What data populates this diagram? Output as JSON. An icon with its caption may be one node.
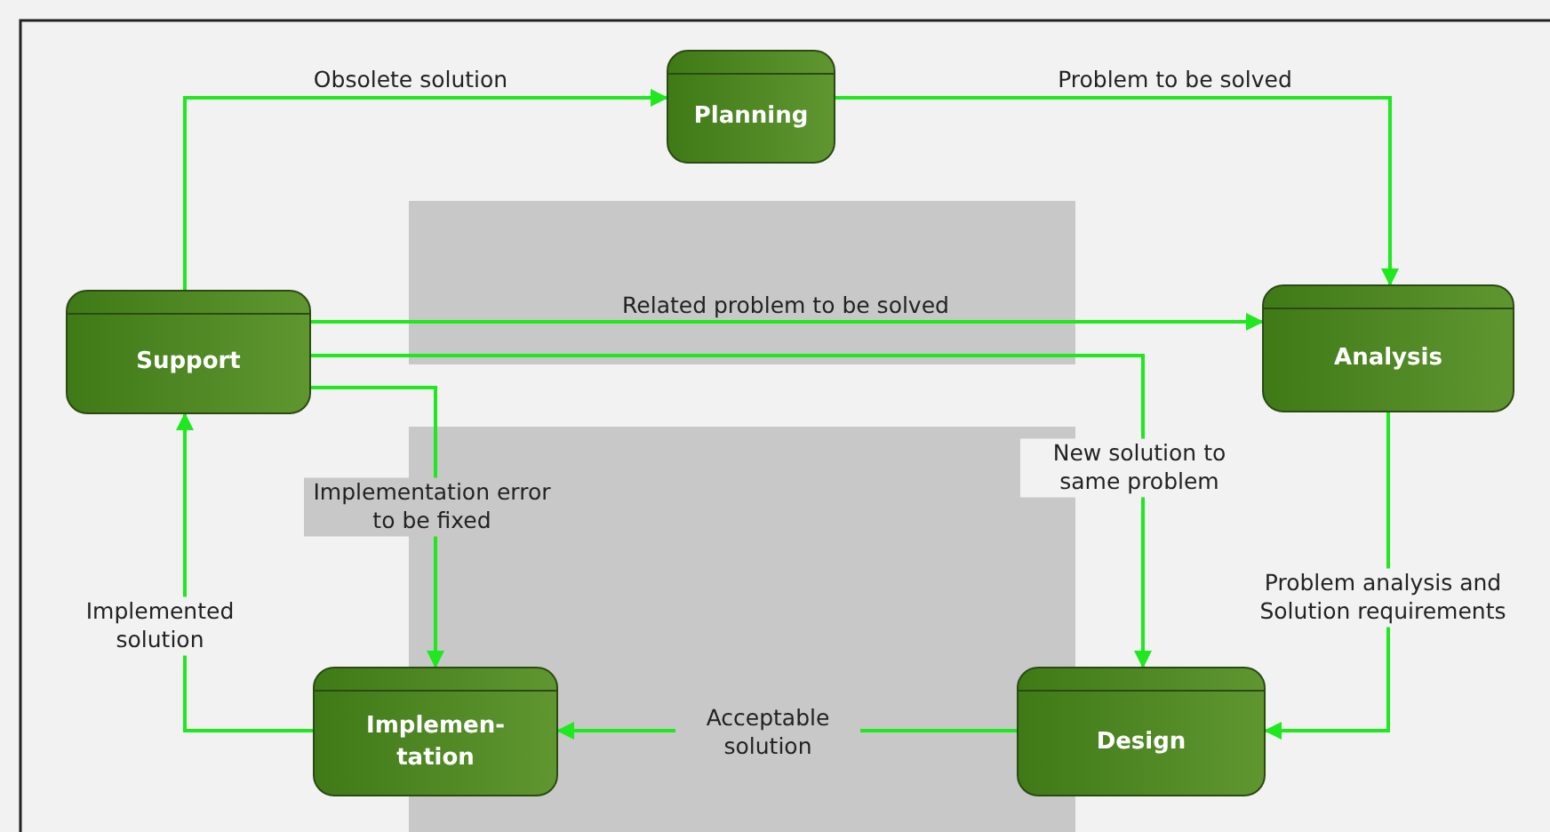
{
  "diagram": {
    "nodes": [
      {
        "text": [
          "Planning"
        ]
      },
      {
        "text": [
          "Support"
        ]
      },
      {
        "text": [
          "Analysis"
        ]
      },
      {
        "text": [
          "Implemen- tation"
        ]
      },
      {
        "text": [
          "Design"
        ]
      }
    ],
    "edges": [
      {
        "from": 1,
        "to": 0,
        "arrow": "to",
        "label": "Obsolete solution"
      },
      {
        "from": 0,
        "to": 2,
        "arrow": "to",
        "label": "Problem to be solved"
      },
      {
        "from": 1,
        "to": 2,
        "arrow": "to",
        "label": "Related problem to be solved"
      },
      {
        "from": 1,
        "to": 4,
        "arrow": "to",
        "label": "New solution to same problem"
      },
      {
        "from": 1,
        "to": 3,
        "arrow": "to",
        "label": "Implementation error to be fixed"
      },
      {
        "from": 2,
        "to": 4,
        "arrow": "to",
        "label": "Problem analysis and Solution requirements"
      },
      {
        "from": 4,
        "to": 3,
        "arrow": "to",
        "label": "Acceptable solution"
      },
      {
        "from": 3,
        "to": 1,
        "arrow": "to",
        "label": "Implemented solution"
      }
    ]
  }
}
